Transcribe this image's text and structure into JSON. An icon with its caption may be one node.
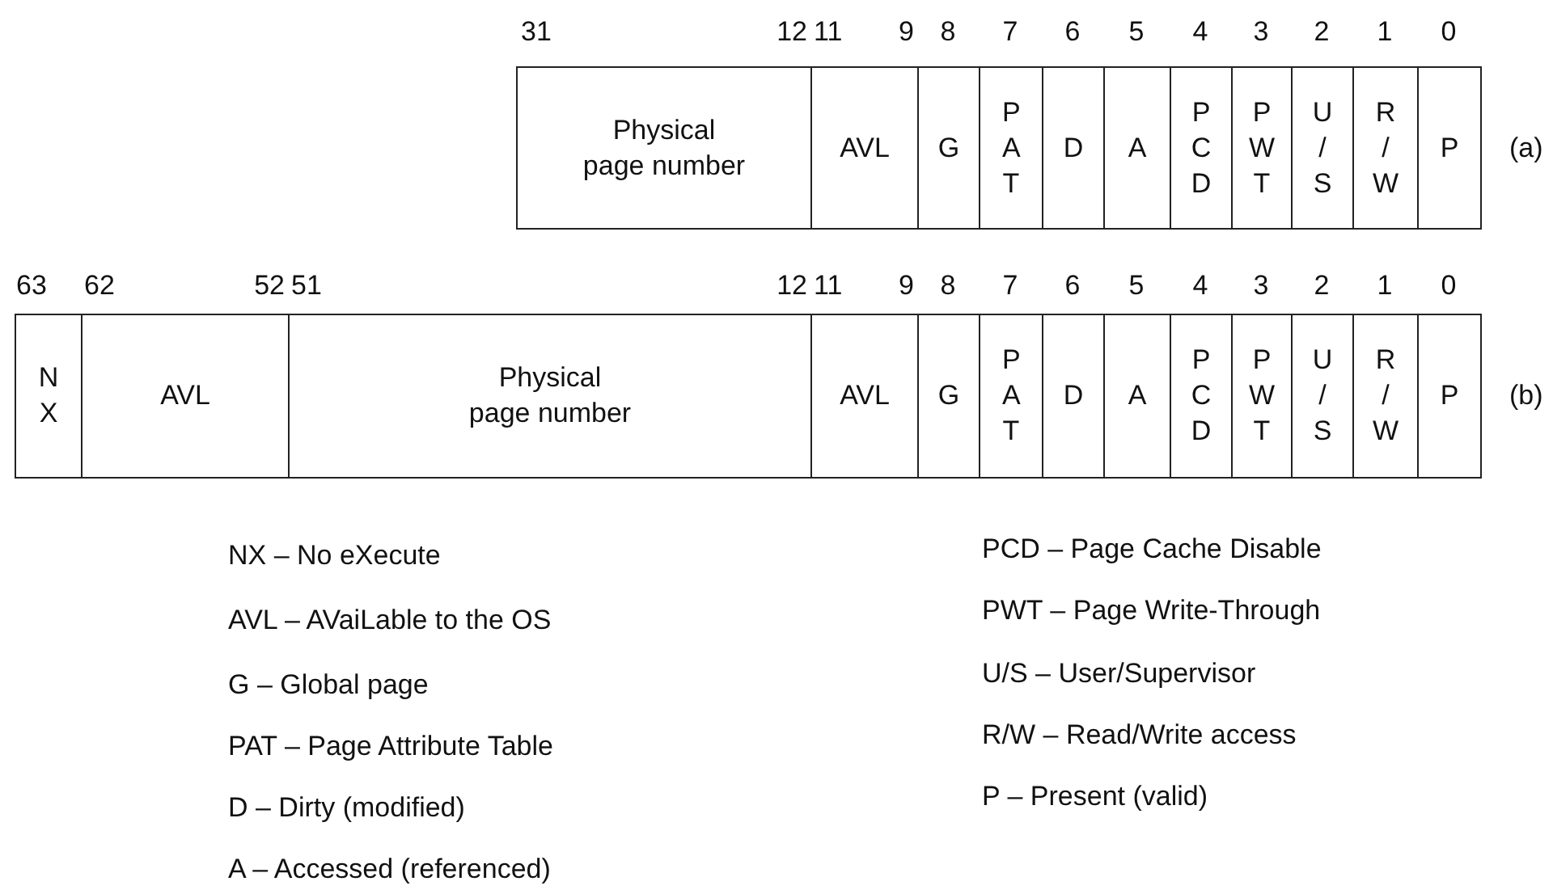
{
  "diagram": {
    "nodes": [
      {
        "text": [
          "Physical page number"
        ]
      },
      {
        "text": [
          "AVL"
        ]
      },
      {
        "text": [
          "G"
        ]
      },
      {
        "text": [
          "P A T"
        ]
      },
      {
        "text": [
          "D"
        ]
      },
      {
        "text": [
          "A"
        ]
      },
      {
        "text": [
          "P C D"
        ]
      },
      {
        "text": [
          "P W T"
        ]
      },
      {
        "text": [
          "U / S"
        ]
      },
      {
        "text": [
          "R / W"
        ]
      },
      {
        "text": [
          "P"
        ]
      },
      {
        "text": [
          "N X"
        ]
      },
      {
        "text": [
          "AVL"
        ]
      },
      {
        "text": [
          "Physical page number"
        ]
      },
      {
        "text": [
          "AVL"
        ]
      },
      {
        "text": [
          "G"
        ]
      },
      {
        "text": [
          "P A T"
        ]
      },
      {
        "text": [
          "D"
        ]
      },
      {
        "text": [
          "A"
        ]
      },
      {
        "text": [
          "P C D"
        ]
      },
      {
        "text": [
          "P W T"
        ]
      },
      {
        "text": [
          "U / S"
        ]
      },
      {
        "text": [
          "R / W"
        ]
      },
      {
        "text": [
          "P"
        ]
      }
    ],
    "labels": [
      "31",
      "12",
      "11",
      "9",
      "8",
      "7",
      "6",
      "5",
      "4",
      "3",
      "2",
      "1",
      "0",
      "(a)",
      "63",
      "62",
      "52",
      "51",
      "12",
      "11",
      "9",
      "8",
      "7",
      "6",
      "5",
      "4",
      "3",
      "2",
      "1",
      "0",
      "(b)",
      "NX – No eXecute",
      "AVL – AVaiLable to the OS",
      "G – Global page",
      "PAT – Page Attribute Table",
      "D – Dirty (modified)",
      "A – Accessed (referenced)",
      "PCD – Page Cache Disable",
      "PWT – Page Write-Through",
      "U/S – User/Supervisor",
      "R/W – Read/Write access",
      "P – Present (valid)"
    ]
  }
}
